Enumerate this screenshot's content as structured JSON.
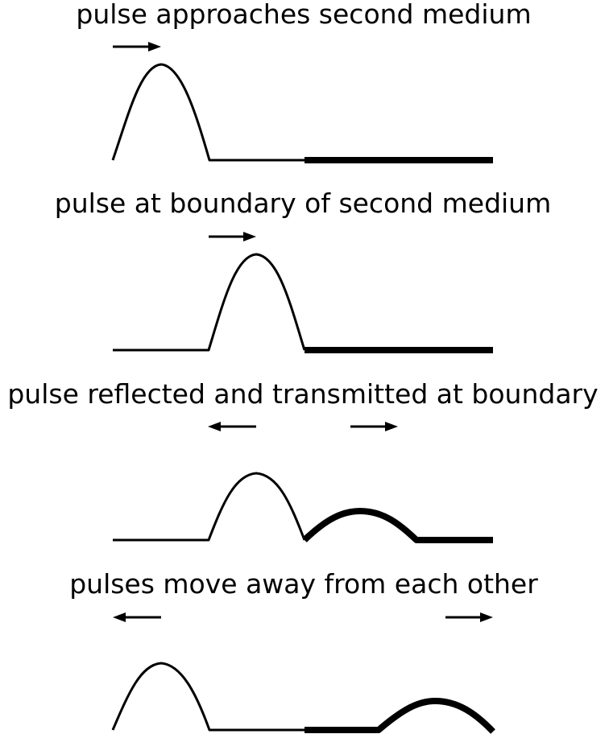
{
  "panels": [
    {
      "caption": "pulse approaches second medium",
      "arrows": [
        "right"
      ]
    },
    {
      "caption": "pulse at boundary of second medium",
      "arrows": [
        "right"
      ]
    },
    {
      "caption": "pulse reflected and transmitted at boundary",
      "arrows": [
        "left",
        "right"
      ]
    },
    {
      "caption": "pulses move away from each other",
      "arrows": [
        "left",
        "right"
      ]
    }
  ],
  "colors": {
    "ink": "#000000",
    "background": "#ffffff"
  }
}
